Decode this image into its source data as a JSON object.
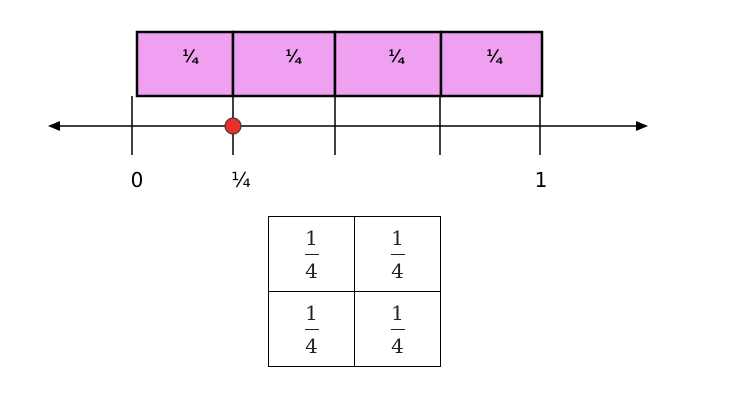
{
  "fraction_strip": {
    "pieces": [
      "¼",
      "¼",
      "¼",
      "¼"
    ],
    "fill_color": "#f0a0f0"
  },
  "number_line": {
    "labels": [
      "0",
      "¼",
      "1"
    ],
    "marked_point_value": 0.25,
    "point_color": "#e8302a"
  },
  "fraction_table": {
    "rows": [
      [
        {
          "numerator": "1",
          "denominator": "4"
        },
        {
          "numerator": "1",
          "denominator": "4"
        }
      ],
      [
        {
          "numerator": "1",
          "denominator": "4"
        },
        {
          "numerator": "1",
          "denominator": "4"
        }
      ]
    ]
  }
}
